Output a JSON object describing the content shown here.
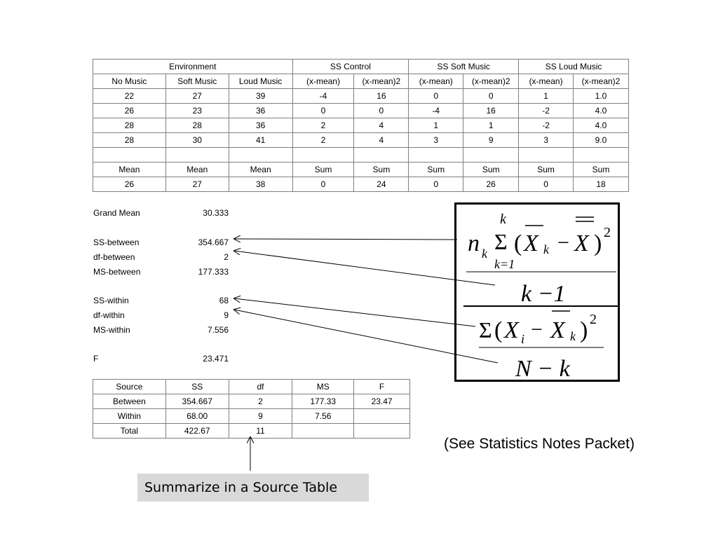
{
  "environment_table": {
    "group_headers": [
      "Environment",
      "SS Control",
      "SS Soft Music",
      "SS Loud Music"
    ],
    "column_headers": [
      "No Music",
      "Soft Music",
      "Loud Music",
      "(x-mean)",
      "(x-mean)2",
      "(x-mean)",
      "(x-mean)2",
      "(x-mean)",
      "(x-mean)2"
    ],
    "rows": [
      [
        "22",
        "27",
        "39",
        "-4",
        "16",
        "0",
        "0",
        "1",
        "1.0"
      ],
      [
        "26",
        "23",
        "36",
        "0",
        "0",
        "-4",
        "16",
        "-2",
        "4.0"
      ],
      [
        "28",
        "28",
        "36",
        "2",
        "4",
        "1",
        "1",
        "-2",
        "4.0"
      ],
      [
        "28",
        "30",
        "41",
        "2",
        "4",
        "3",
        "9",
        "3",
        "9.0"
      ],
      [
        "",
        "",
        "",
        "",
        "",
        "",
        "",
        "",
        ""
      ]
    ],
    "summary_labels": [
      "Mean",
      "Mean",
      "Mean",
      "Sum",
      "Sum",
      "Sum",
      "Sum",
      "Sum",
      "Sum"
    ],
    "summary_values": [
      "26",
      "27",
      "38",
      "0",
      "24",
      "0",
      "26",
      "0",
      "18"
    ]
  },
  "stats": {
    "grand_mean": {
      "label": "Grand Mean",
      "value": "30.333"
    },
    "ss_between": {
      "label": "SS-between",
      "value": "354.667"
    },
    "df_between": {
      "label": "df-between",
      "value": "2"
    },
    "ms_between": {
      "label": "MS-between",
      "value": "177.333"
    },
    "ss_within": {
      "label": "SS-within",
      "value": "68"
    },
    "df_within": {
      "label": "df-within",
      "value": "9"
    },
    "ms_within": {
      "label": "MS-within",
      "value": "7.556"
    },
    "f": {
      "label": "F",
      "value": "23.471"
    }
  },
  "source_table": {
    "headers": [
      "Source",
      "SS",
      "df",
      "MS",
      "F"
    ],
    "rows": [
      [
        "Between",
        "354.667",
        "2",
        "177.33",
        "23.47"
      ],
      [
        "Within",
        "68.00",
        "9",
        "7.56",
        ""
      ],
      [
        "Total",
        "422.67",
        "11",
        "",
        ""
      ]
    ]
  },
  "formula": {
    "n": "n",
    "k_sub": "k",
    "sum_upper": "k",
    "sum_lower": "k=1",
    "sigma": "Σ",
    "open_paren": "(",
    "x": "X",
    "minus": "−",
    "close_paren": ")",
    "squared": "2",
    "k_minus_1": "k −1",
    "i_sub": "i",
    "n_minus_k": "N − k"
  },
  "notes_text": "(See Statistics Notes Packet)",
  "summary_caption": "Summarize in a Source Table",
  "colors": {
    "grid": "#7f7f7f",
    "caption_bg": "#d9d9d9"
  }
}
